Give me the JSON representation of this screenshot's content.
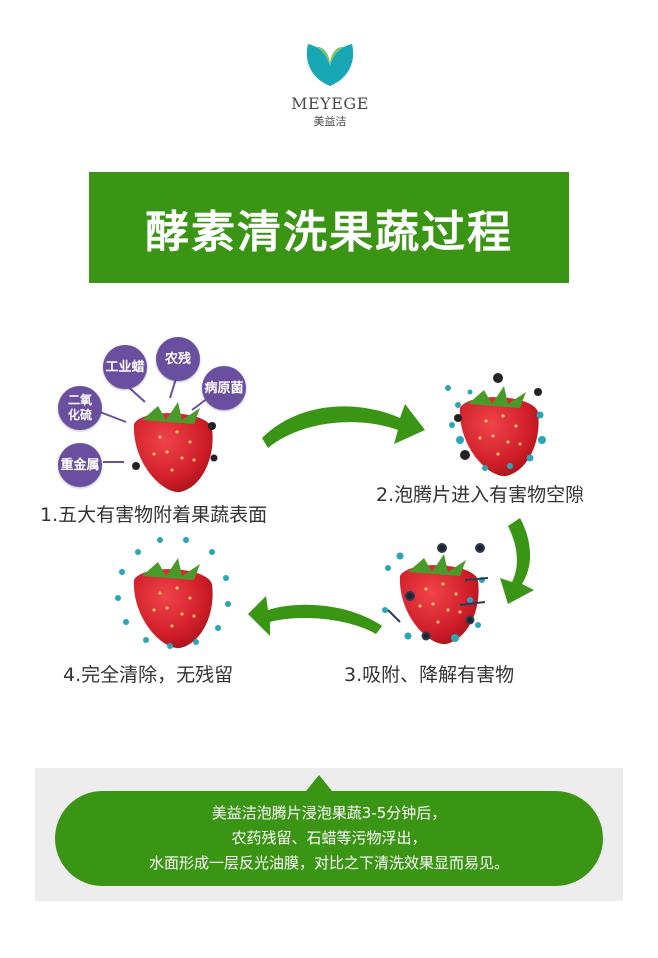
{
  "brand": {
    "name_en": "MEYEGE",
    "name_cn": "美益洁"
  },
  "title": "酵素清洗果蔬过程",
  "tags": [
    "工业蜡",
    "农残",
    "二氧化硫",
    "病原菌",
    "重金属"
  ],
  "steps": [
    {
      "label": "1.五大有害物附着果蔬表面"
    },
    {
      "label": "2.泡腾片进入有害物空隙"
    },
    {
      "label": "3.吸附、降解有害物"
    },
    {
      "label": "4.完全清除，无残留"
    }
  ],
  "footer": {
    "lines": [
      "美益洁泡腾片浸泡果蔬3-5分钟后，",
      "农药残留、石蜡等污物浮出，",
      "水面形成一层反光油膜，对比之下清洗效果显而易见。"
    ]
  },
  "colors": {
    "green": "#3a9514",
    "purple": "#6a4fa0",
    "teal": "#2aa6b8",
    "strawberry": "#d8202a"
  }
}
